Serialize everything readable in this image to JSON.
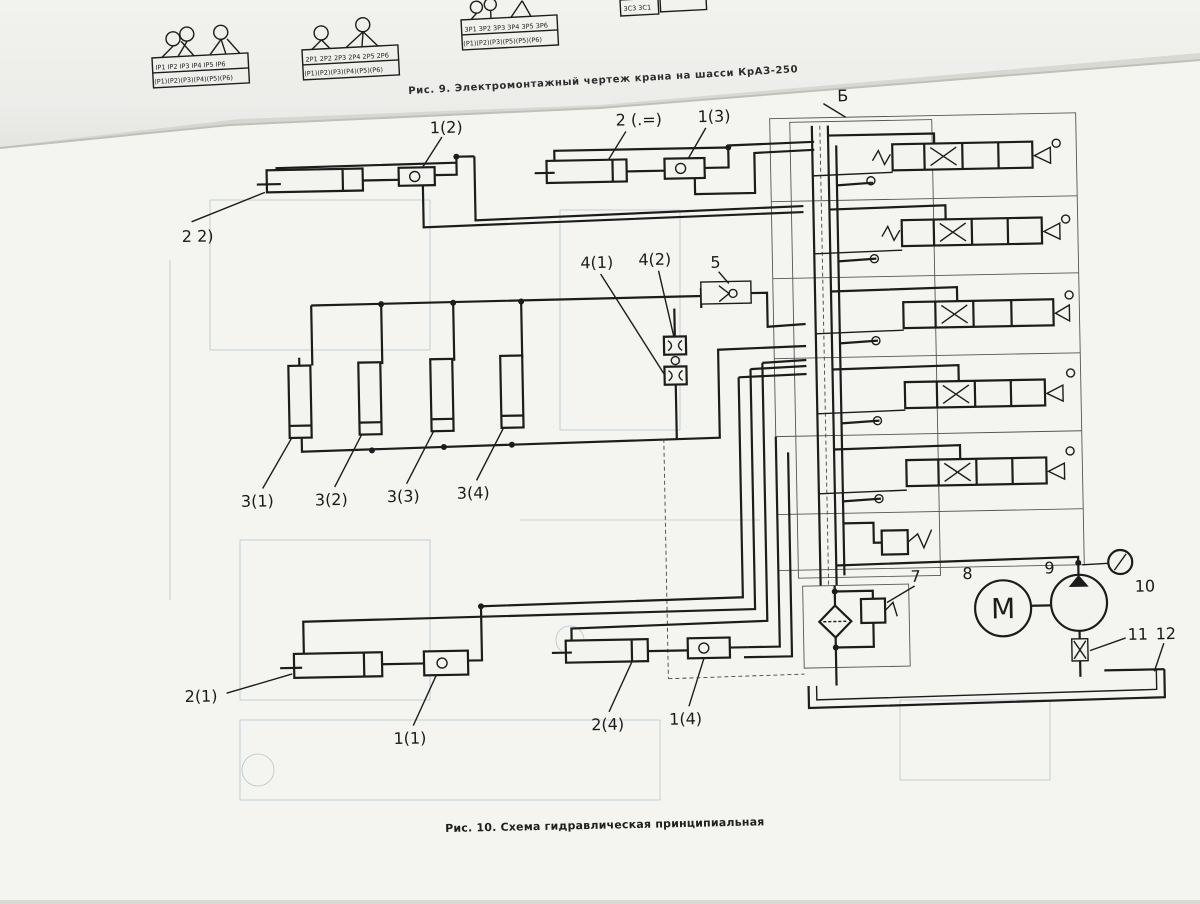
{
  "captions": {
    "top": "Рис. 9. Электромонтажный чертеж крана на шасси КрАЗ-250",
    "bottom": "Рис. 10. Схема гидравлическая принципиальная"
  },
  "labels": {
    "cyl_2_2": "2 2)",
    "valve_1_2": "1(2)",
    "cyl_2_3": "2 (.=)",
    "valve_1_3": "1(3)",
    "frame_6": "Б",
    "throttle_4_1": "4(1)",
    "throttle_4_2": "4(2)",
    "check_5": "5",
    "outrigger_3_1": "3(1)",
    "outrigger_3_2": "3(2)",
    "outrigger_3_3": "3(3)",
    "outrigger_3_4": "3(4)",
    "cyl_2_1": "2(1)",
    "valve_1_1": "1(1)",
    "cyl_2_4": "2(4)",
    "valve_1_4": "1(4)",
    "filter_7": "7",
    "motor_8": "8",
    "motor_symbol": "M",
    "pump_9": "9",
    "gauge_10": "10",
    "valve_11": "11",
    "tank_12": "12"
  },
  "top_page_fragments": {
    "group1_row1": "IP1 IP2 IP3 IP4 IP5 IP6",
    "group1_row2": "(P1)(P2)(P3)(P4)(P5)(P6)",
    "group2_row1": "2P1 2P2 2P3 2P4 2P5 2P6",
    "group2_row2": "(P1)(P2)(P3)(P4)(P5)(P6)",
    "group3_row1": "3P1 3P2 3P3 3P4 3P5 3P6",
    "group3_row2": "(P1)(P2)(P3)(P5)(P5)(P6)",
    "group4": "3С3 3С1"
  },
  "colors": {
    "paper": "#f4f5f1",
    "ink": "#1c1c1c",
    "faint_bleed": "#b9c4cc"
  }
}
